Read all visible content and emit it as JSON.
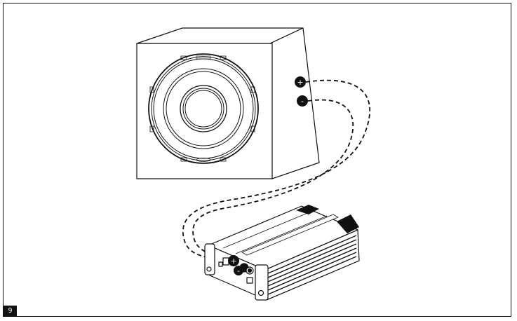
{
  "figure": {
    "page_number": "9",
    "terminal_plus": "+",
    "terminal_minus": "-"
  },
  "colors": {
    "line": "#111111",
    "fill": "#ffffff",
    "badge": "#111111",
    "badge_text": "#ffffff"
  },
  "icons": {
    "subwoofer": "subwoofer-enclosure",
    "amplifier": "amplifier",
    "speaker_wire": "dashed-wire"
  }
}
